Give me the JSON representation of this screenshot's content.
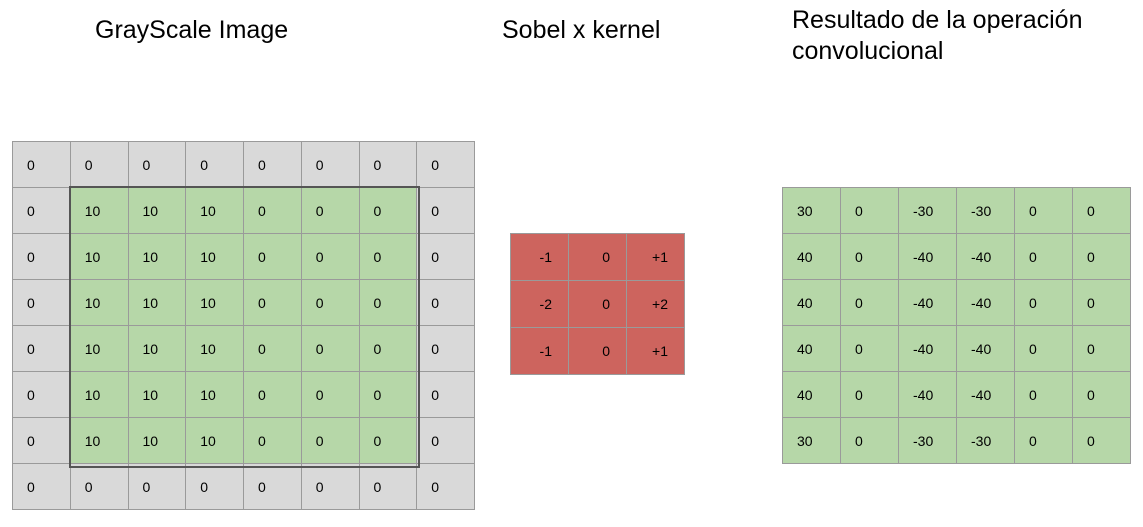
{
  "titles": {
    "grayscale": "GrayScale Image",
    "kernel": "Sobel x kernel",
    "result": "Resultado de la operación\nconvolucional"
  },
  "grayscale_image": {
    "rows": [
      [
        "0",
        "0",
        "0",
        "0",
        "0",
        "0",
        "0",
        "0"
      ],
      [
        "0",
        "10",
        "10",
        "10",
        "0",
        "0",
        "0",
        "0"
      ],
      [
        "0",
        "10",
        "10",
        "10",
        "0",
        "0",
        "0",
        "0"
      ],
      [
        "0",
        "10",
        "10",
        "10",
        "0",
        "0",
        "0",
        "0"
      ],
      [
        "0",
        "10",
        "10",
        "10",
        "0",
        "0",
        "0",
        "0"
      ],
      [
        "0",
        "10",
        "10",
        "10",
        "0",
        "0",
        "0",
        "0"
      ],
      [
        "0",
        "10",
        "10",
        "10",
        "0",
        "0",
        "0",
        "0"
      ],
      [
        "0",
        "0",
        "0",
        "0",
        "0",
        "0",
        "0",
        "0"
      ]
    ],
    "padding_color": "#d9d9d9",
    "inner_color": "#b6d7a8",
    "outline_color": "#555555"
  },
  "sobel_kernel": {
    "rows": [
      [
        "-1",
        "0",
        "+1"
      ],
      [
        "-2",
        "0",
        "+2"
      ],
      [
        "-1",
        "0",
        "+1"
      ]
    ],
    "color": "#cd645e"
  },
  "convolution_result": {
    "rows": [
      [
        "30",
        "0",
        "-30",
        "-30",
        "0",
        "0"
      ],
      [
        "40",
        "0",
        "-40",
        "-40",
        "0",
        "0"
      ],
      [
        "40",
        "0",
        "-40",
        "-40",
        "0",
        "0"
      ],
      [
        "40",
        "0",
        "-40",
        "-40",
        "0",
        "0"
      ],
      [
        "40",
        "0",
        "-40",
        "-40",
        "0",
        "0"
      ],
      [
        "30",
        "0",
        "-30",
        "-30",
        "0",
        "0"
      ]
    ],
    "color": "#b6d7a8"
  }
}
